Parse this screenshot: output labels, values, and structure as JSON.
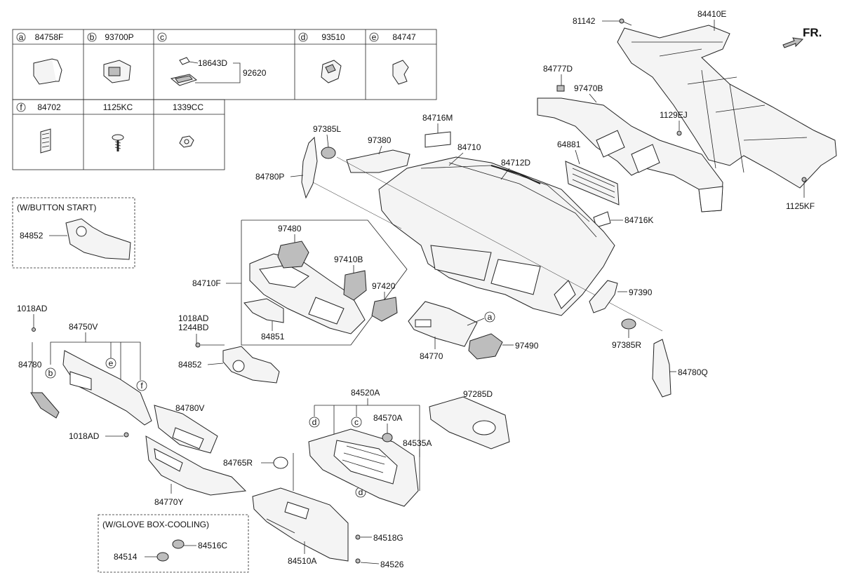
{
  "direction": {
    "label": "FR."
  },
  "legend": {
    "row1": [
      {
        "key": "a",
        "part": "84758F",
        "icon": "cover-cap-icon"
      },
      {
        "key": "b",
        "part": "93700P",
        "icon": "switch-icon"
      },
      {
        "key": "c",
        "part": "",
        "sub1": "18643D",
        "sub2": "92620",
        "icon": "lamp-icon"
      },
      {
        "key": "d",
        "part": "93510",
        "icon": "hazard-switch-icon"
      },
      {
        "key": "e",
        "part": "84747",
        "icon": "clip-icon"
      }
    ],
    "row2": [
      {
        "key": "f",
        "part": "84702",
        "icon": "clip-icon"
      },
      {
        "key": "",
        "part": "1125KC",
        "icon": "bolt-icon"
      },
      {
        "key": "",
        "part": "1339CC",
        "icon": "nut-icon"
      }
    ]
  },
  "boxes": {
    "button_start": {
      "title": "(W/BUTTON START)",
      "part": "84852"
    },
    "glove_cooling": {
      "title": "(W/GLOVE BOX-COOLING)",
      "part1": "84514",
      "part2": "84516C"
    }
  },
  "callouts": {
    "p81142": "81142",
    "p84410E": "84410E",
    "p84777D": "84777D",
    "p97470B": "97470B",
    "p1129EJ": "1129EJ",
    "p84716M": "84716M",
    "p97385L": "97385L",
    "p97380": "97380",
    "p84710": "84710",
    "p84712D": "84712D",
    "p64881": "64881",
    "p84780P": "84780P",
    "p1125KF": "1125KF",
    "p84716K": "84716K",
    "p97480": "97480",
    "p97410B": "97410B",
    "p97420": "97420",
    "p84710F": "84710F",
    "p84851": "84851",
    "p97390": "97390",
    "p1018AD_a": "1018AD",
    "p1018AD_b": "1018AD",
    "p1244BD": "1244BD",
    "p84750V": "84750V",
    "p84780": "84780",
    "p84852": "84852",
    "p84770": "84770",
    "p97490": "97490",
    "p97385R": "97385R",
    "p84780Q": "84780Q",
    "p84780V": "84780V",
    "p1018AD_c": "1018AD",
    "p84520A": "84520A",
    "p97285D": "97285D",
    "p84570A": "84570A",
    "p84535A": "84535A",
    "p84765R": "84765R",
    "p84770Y": "84770Y",
    "p84518G": "84518G",
    "p84510A": "84510A",
    "p84526": "84526"
  },
  "markers": {
    "a": "a",
    "b": "b",
    "c": "c",
    "d": "d",
    "e": "e",
    "f": "f"
  }
}
